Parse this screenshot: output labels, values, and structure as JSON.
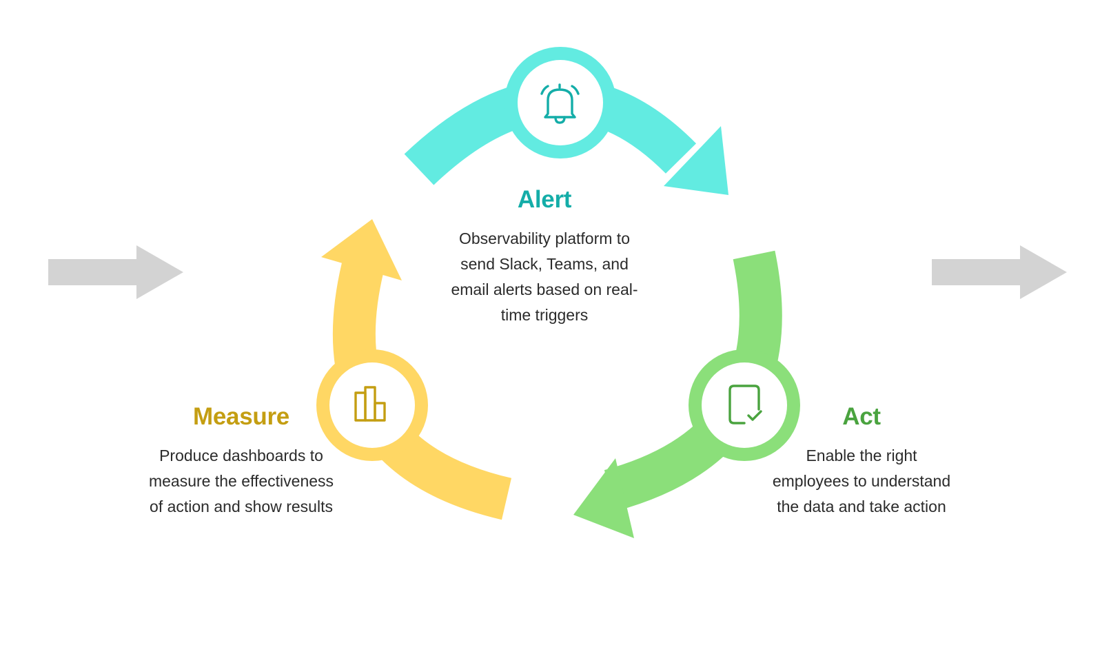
{
  "colors": {
    "alert": "#62EBE1",
    "alert_text": "#14ADA8",
    "act": "#8BDF7A",
    "act_text": "#4AA33F",
    "measure": "#FFD764",
    "measure_text": "#C49E12",
    "flow_arrow": "#D3D3D3",
    "body_text": "#2B2B2B",
    "icon_bg": "#FFFFFF"
  },
  "stages": {
    "alert": {
      "title": "Alert",
      "icon": "bell-icon",
      "description_lines": [
        "Observability platform to",
        "send Slack, Teams, and",
        "email alerts based on real-",
        "time triggers"
      ]
    },
    "act": {
      "title": "Act",
      "icon": "checkbox-icon",
      "description_lines": [
        "Enable the right",
        "employees to understand",
        "the data and take action"
      ]
    },
    "measure": {
      "title": "Measure",
      "icon": "bar-chart-icon",
      "description_lines": [
        "Produce dashboards to",
        "measure the effectiveness",
        "of action and show results"
      ]
    }
  },
  "flow": {
    "input_arrow": "right-arrow-icon",
    "output_arrow": "right-arrow-icon"
  }
}
